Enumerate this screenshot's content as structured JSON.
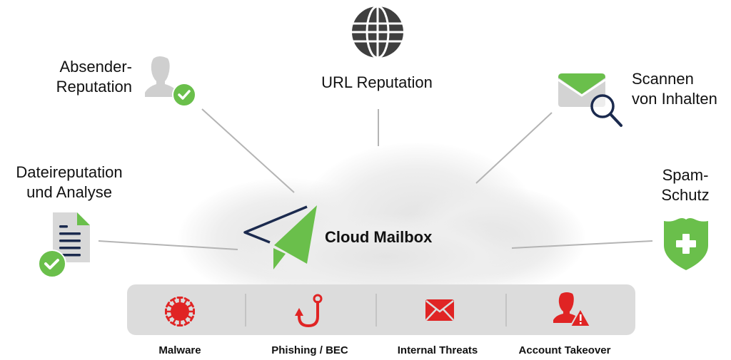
{
  "center": {
    "title": "Cloud Mailbox"
  },
  "features": {
    "sender": {
      "label_line1": "Absender-",
      "label_line2": "Reputation",
      "icon": "user-check-icon"
    },
    "url": {
      "label": "URL Reputation",
      "icon": "globe-icon"
    },
    "content": {
      "label_line1": "Scannen",
      "label_line2": "von Inhalten",
      "icon": "mail-search-icon"
    },
    "file": {
      "label_line1": "Dateireputation",
      "label_line2": "und Analyse",
      "icon": "document-check-icon"
    },
    "spam": {
      "label_line1": "Spam-",
      "label_line2": "Schutz",
      "icon": "shield-plus-icon"
    }
  },
  "threats": [
    {
      "label": "Malware",
      "icon": "virus-icon"
    },
    {
      "label": "Phishing / BEC",
      "icon": "fishhook-icon"
    },
    {
      "label": "Internal Threats",
      "icon": "envelope-icon"
    },
    {
      "label": "Account Takeover",
      "icon": "user-warning-icon"
    }
  ],
  "colors": {
    "green": "#6abf4b",
    "navy": "#1b2a4e",
    "red": "#e02424",
    "gray_icon": "#cfcfcf",
    "globe": "#3f3f3f",
    "bar": "#dcdcdc",
    "connector": "#b4b4b4"
  }
}
